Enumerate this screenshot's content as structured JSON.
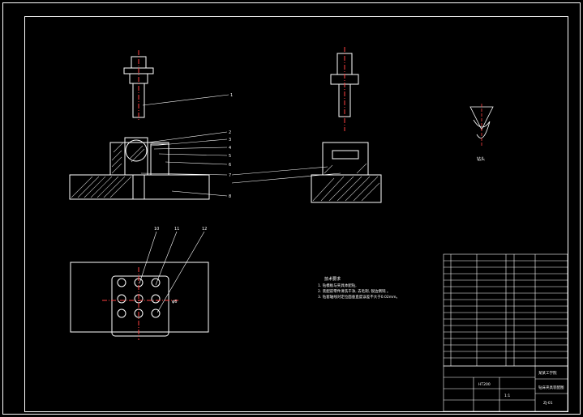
{
  "colors": {
    "background": "#000000",
    "outline": "#ffffff",
    "accent": "#ffff00",
    "centerline": "#ff4040",
    "hatch": "#bbbbbb"
  },
  "front_view": {
    "balloons": [
      "1",
      "2",
      "3",
      "4",
      "5",
      "6",
      "7",
      "8"
    ]
  },
  "plan_view": {
    "balloons": [
      "10",
      "11",
      "12"
    ],
    "tag": "φ6"
  },
  "detail_label": "钻头",
  "tech_requirements": {
    "title": "技术要求",
    "lines": [
      "1. 钻模板与夹具体配钻,",
      "2. 装配前零件清洗干净, 去毛刺, 锐边倒钝 。",
      "3. 钻套轴线对定位面垂直度误差不大于0.02mm。"
    ]
  },
  "title_block": {
    "school": "某某工学院",
    "drawing_name": "钻床夹具装配图",
    "drawing_no": "ZJ-01",
    "scale": "1:1",
    "material": "HT200"
  }
}
